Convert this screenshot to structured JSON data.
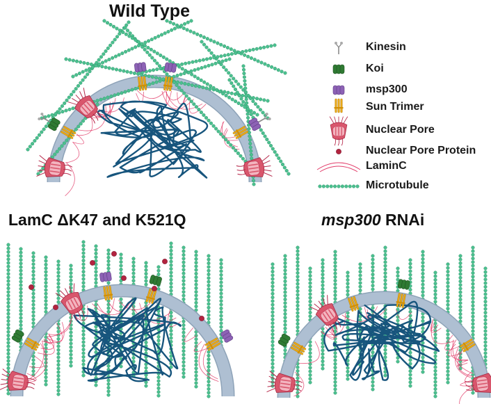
{
  "titles": {
    "wild_type": "Wild Type",
    "lamc_mutant": "LamC ΔK47 and K521Q",
    "msp300_gene": "msp300",
    "msp300_suffix": " RNAi"
  },
  "legend": {
    "kinesin": "Kinesin",
    "koi": "Koi",
    "msp300": "msp300",
    "sun_trimer": "Sun Trimer",
    "nuclear_pore": "Nuclear Pore",
    "nuclear_pore_protein": "Nuclear Pore Protein",
    "laminc": "LaminC",
    "microtubule": "Microtubule"
  },
  "colors": {
    "envelope": "#aebfd2",
    "envelope_outline": "#8ea3b8",
    "chromatin": "#17557d",
    "koi": "#2f7a33",
    "msp300": "#8d62b5",
    "sun_trimer": "#e9a818",
    "pore": "#d9566c",
    "pore_light": "#f3b4bf",
    "pore_protein": "#b2243f",
    "lamin": "#e23d6a",
    "microtubule": "#4cc08f",
    "kinesin": "#8a8a8a"
  }
}
